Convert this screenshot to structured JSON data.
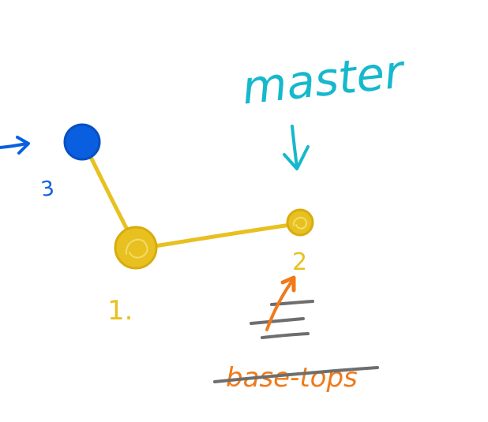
{
  "diagram": {
    "colors": {
      "background": "#ffffff",
      "yellow": "#e8c020",
      "yellow_dark": "#d8ac10",
      "blue": "#0a5fe0",
      "cyan": "#16b8cc",
      "orange": "#f07a1a",
      "gray": "#6e6e6e"
    },
    "branch_label": "master",
    "commits": [
      {
        "id": "c1",
        "label": "1.",
        "color": "yellow"
      },
      {
        "id": "c2",
        "label": "2",
        "color": "yellow"
      },
      {
        "id": "c3",
        "label": "3",
        "color": "blue"
      }
    ],
    "crossed_out_text": "base-tops"
  }
}
